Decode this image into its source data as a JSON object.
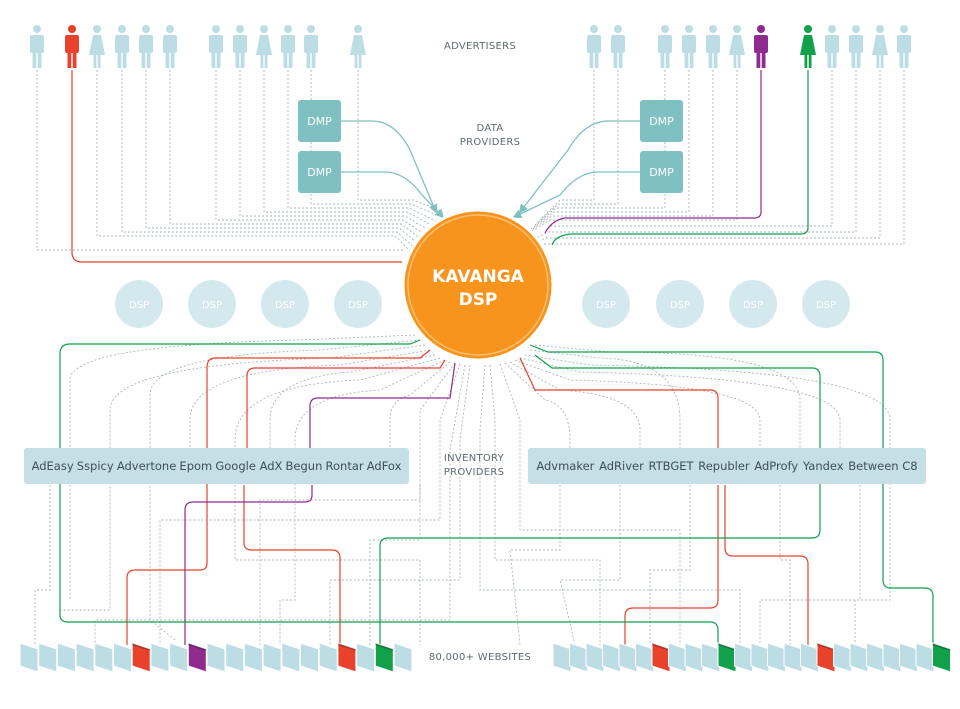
{
  "labels": {
    "advertisers": "ADVERTISERS",
    "data_providers_line1": "DATA",
    "data_providers_line2": "PROVIDERS",
    "inventory_line1": "INVENTORY",
    "inventory_line2": "PROVIDERS",
    "websites": "80,000+ WEBSITES"
  },
  "hub": {
    "line1": "KAVANGA",
    "line2": "DSP"
  },
  "dmp_label": "DMP",
  "dsp_label": "DSP",
  "inventory_left": [
    "AdEasy",
    "Sspicy",
    "Advertone",
    "Epom",
    "Google AdX",
    "Begun",
    "Rontar",
    "AdFox"
  ],
  "inventory_right": [
    "Advmaker",
    "AdRiver",
    "RTBGET",
    "Republer",
    "AdProfy",
    "Yandex",
    "Between C8"
  ],
  "colors": {
    "light_blue": "#bcdde4",
    "dmp_teal": "#7fc0c3",
    "orange": "#f7941d",
    "red": "#e8412c",
    "purple": "#8e2b8e",
    "green": "#12a04b",
    "grey_line": "#aab5b9",
    "bar": "#c4dfe6"
  },
  "advertiser_icons": [
    "man",
    "man-red",
    "woman",
    "man",
    "man",
    "man",
    "man",
    "man",
    "woman",
    "man",
    "man",
    "woman",
    "man",
    "man",
    "man",
    "man",
    "man",
    "woman",
    "man-purple",
    "woman-green",
    "man",
    "man",
    "woman",
    "man"
  ],
  "website_icons_left": [
    "page",
    "page",
    "page",
    "page",
    "page",
    "page",
    "page-red",
    "page",
    "page",
    "page-purple",
    "page",
    "page",
    "page",
    "page",
    "page",
    "page",
    "page",
    "page-red",
    "page",
    "page-green",
    "page"
  ],
  "website_icons_right": [
    "page",
    "page",
    "page",
    "page",
    "page",
    "page",
    "page-red",
    "page",
    "page",
    "page",
    "page-green",
    "page",
    "page",
    "page",
    "page",
    "page",
    "page-red",
    "page",
    "page",
    "page",
    "page",
    "page",
    "page",
    "page-green"
  ]
}
